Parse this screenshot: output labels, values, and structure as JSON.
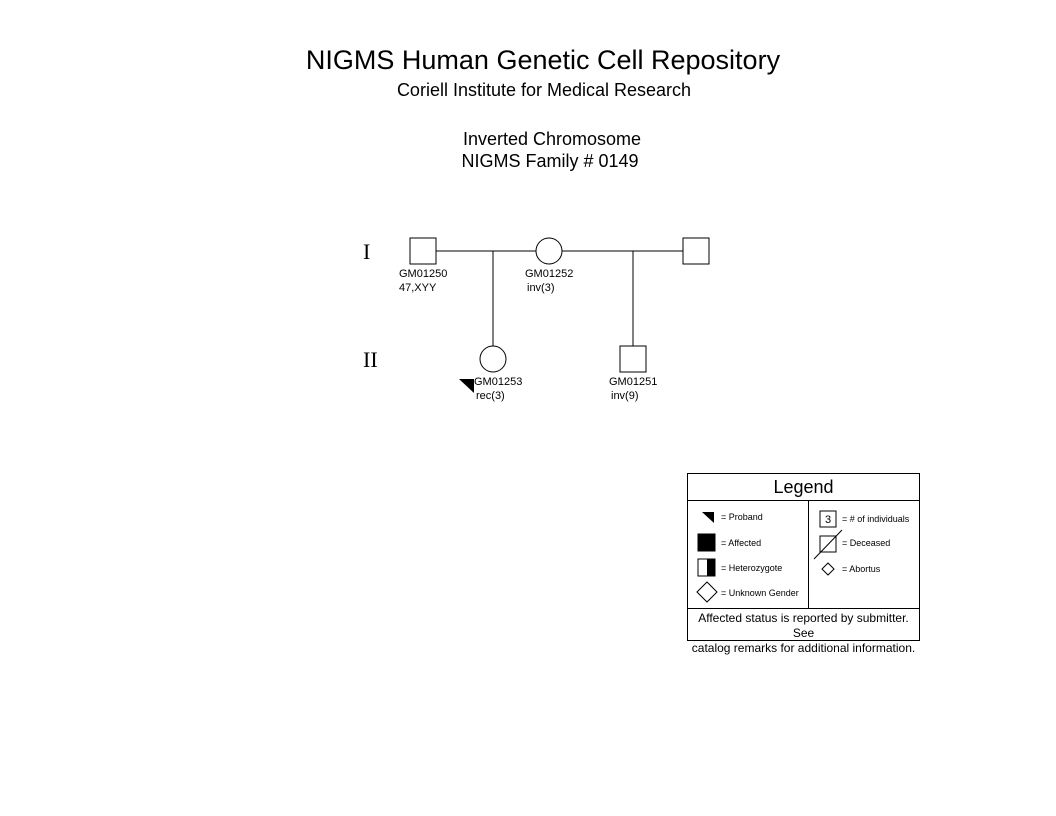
{
  "header": {
    "title": "NIGMS Human Genetic Cell Repository",
    "subtitle": "Coriell Institute for Medical Research",
    "chart_title": "Inverted Chromosome",
    "family": "NIGMS Family # 0149"
  },
  "generations": [
    "I",
    "II"
  ],
  "individuals": [
    {
      "id": "GM01250",
      "note": "47,XYY",
      "sex": "male",
      "generation": "I"
    },
    {
      "id": "GM01252",
      "note": "inv(3)",
      "sex": "female",
      "generation": "I"
    },
    {
      "id": "",
      "note": "",
      "sex": "male",
      "generation": "I"
    },
    {
      "id": "GM01253",
      "note": "rec(3)",
      "sex": "female",
      "generation": "II",
      "proband": true
    },
    {
      "id": "GM01251",
      "note": "inv(9)",
      "sex": "male",
      "generation": "II"
    }
  ],
  "legend": {
    "title": "Legend",
    "items": {
      "proband": "= Proband",
      "affected": "= Affected",
      "heterozygote": "= Heterozygote",
      "unknown": "= Unknown Gender",
      "count": "= # of individuals",
      "count_number": "3",
      "deceased": "= Deceased",
      "abortus": "= Abortus"
    },
    "note_line1": "Affected status is reported by submitter. See",
    "note_line2": "catalog remarks for additional information."
  }
}
